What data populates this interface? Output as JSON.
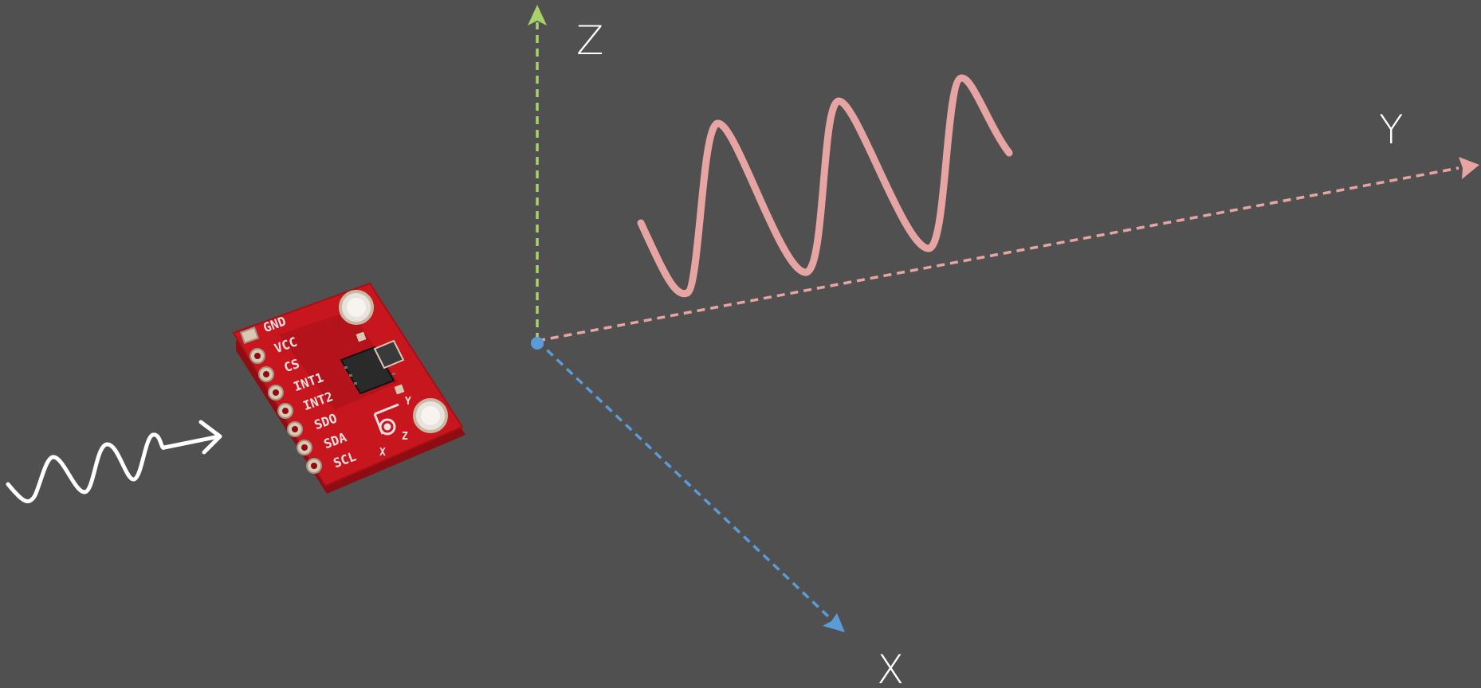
{
  "axes": {
    "z": {
      "label": "Z",
      "color": "#a8d16a"
    },
    "y": {
      "label": "Y",
      "color": "#e6a5a3"
    },
    "x": {
      "label": "X",
      "color": "#5b9bd8"
    }
  },
  "origin_color": "#5b9bd8",
  "wave_color": "#e6a5a3",
  "input_wave_color": "#ffffff",
  "board": {
    "color": "#c8161e",
    "pins": [
      "GND",
      "VCC",
      "CS",
      "INT1",
      "INT2",
      "SDO",
      "SDA",
      "SCL"
    ],
    "axis_marks": {
      "x": "X",
      "y": "Y",
      "z": "Z"
    }
  }
}
